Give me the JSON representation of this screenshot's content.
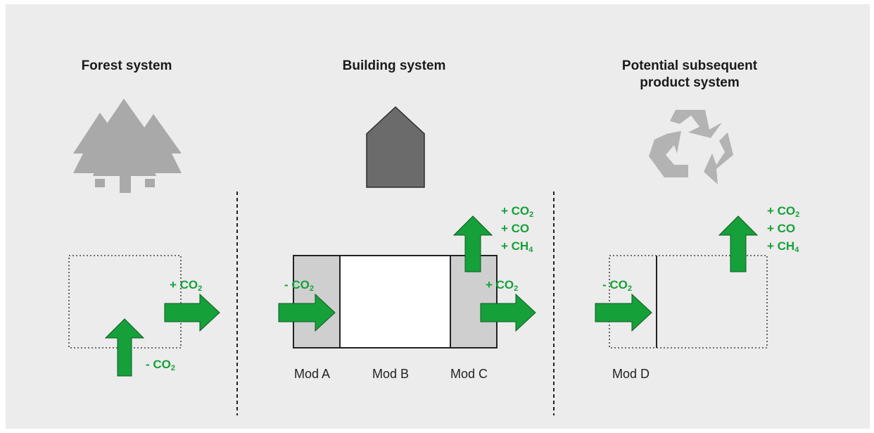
{
  "titles": {
    "forest": "Forest system",
    "building": "Building system",
    "subsequent_line1": "Potential subsequent",
    "subsequent_line2": "product system"
  },
  "modules": {
    "a": "Mod A",
    "b": "Mod B",
    "c": "Mod C",
    "d": "Mod D"
  },
  "flows": {
    "forest_out_sign": "+ ",
    "forest_out_base": "CO",
    "forest_out_sub": "2",
    "forest_in_sign": "- ",
    "forest_in_base": "CO",
    "forest_in_sub": "2",
    "modA_in_sign": "- ",
    "modA_in_base": "CO",
    "modA_in_sub": "2",
    "modC_emissions": {
      "line1_sign": "+ ",
      "line1_base": "CO",
      "line1_sub": "2",
      "line2": "+ CO",
      "line3_sign": "+ ",
      "line3_base": "CH",
      "line3_sub": "4"
    },
    "modC_out_sign": "+ ",
    "modC_out_base": "CO",
    "modC_out_sub": "2",
    "modD_in_sign": "- ",
    "modD_in_base": "CO",
    "modD_in_sub": "2",
    "modD_emissions": {
      "line1_sign": "+ ",
      "line1_base": "CO",
      "line1_sub": "2",
      "line2": "+ CO",
      "line3_sign": "+ ",
      "line3_base": "CH",
      "line3_sub": "4"
    }
  },
  "colors": {
    "arrow_green": "#16a03a",
    "label_green": "#16a03a",
    "tree_gray": "#a9a9a9",
    "house_gray": "#6b6b6b",
    "recycle_gray": "#b3b3b3",
    "module_shade": "#cfcfcf"
  },
  "icons": [
    "trees-icon",
    "house-icon",
    "recycle-icon"
  ]
}
